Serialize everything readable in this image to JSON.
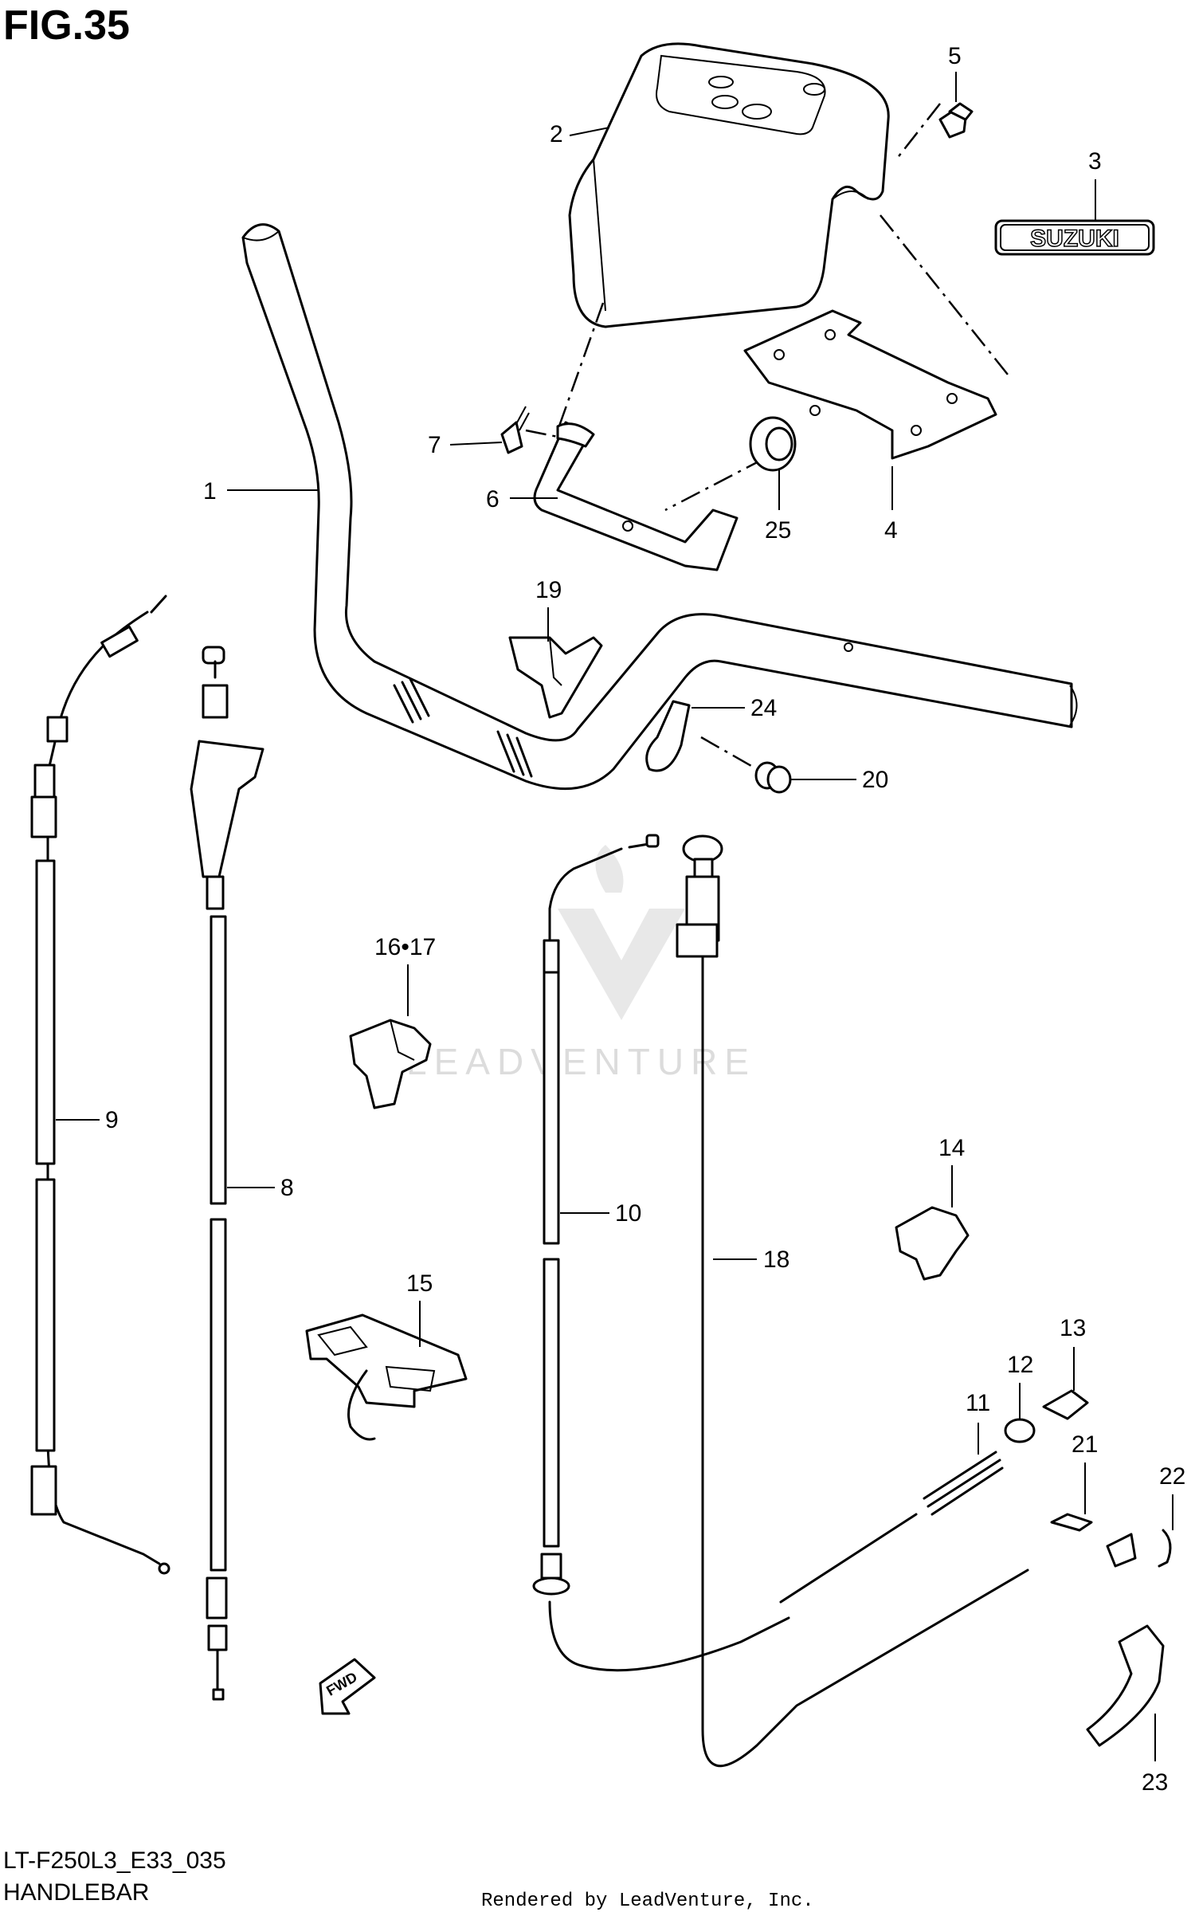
{
  "figure": {
    "title": "FIG.35",
    "code": "LT-F250L3_E33_035",
    "name": "HANDLEBAR",
    "credit": "Rendered by LeadVenture, Inc."
  },
  "emblem_text": "SUZUKI",
  "fwd_text": "FWD",
  "watermark_text": "LEADVENTURE",
  "callouts": {
    "c1": "1",
    "c2": "2",
    "c3": "3",
    "c4": "4",
    "c5": "5",
    "c6": "6",
    "c7": "7",
    "c8": "8",
    "c9": "9",
    "c10": "10",
    "c11": "11",
    "c12": "12",
    "c13": "13",
    "c14": "14",
    "c15": "15",
    "c16_17": "16•17",
    "c18": "18",
    "c19": "19",
    "c20": "20",
    "c21": "21",
    "c22": "22",
    "c23": "23",
    "c24": "24",
    "c25": "25"
  }
}
